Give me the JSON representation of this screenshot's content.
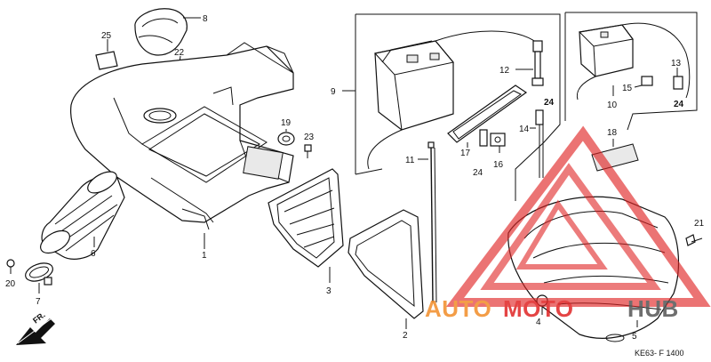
{
  "callouts": {
    "c1": "1",
    "c2": "2",
    "c3": "3",
    "c4": "4",
    "c5": "5",
    "c6": "6",
    "c7": "7",
    "c8": "8",
    "c9": "9",
    "c10": "10",
    "c11": "11",
    "c12": "12",
    "c13": "13",
    "c14": "14",
    "c15": "15",
    "c16": "16",
    "c17": "17",
    "c18": "18",
    "c19": "19",
    "c20": "20",
    "c21": "21",
    "c22": "22",
    "c23": "23",
    "c24a": "24",
    "c24b": "24",
    "c24c": "24",
    "c25": "25"
  },
  "front_marker": "FR.",
  "diagram_code": "KE63- F 1400",
  "watermark": {
    "text_auto": "AUTO",
    "text_moto": "MOTO",
    "text_hub": "HUB",
    "color_red": "#e02424",
    "color_orange": "#f28c28",
    "color_gray": "#555555"
  }
}
